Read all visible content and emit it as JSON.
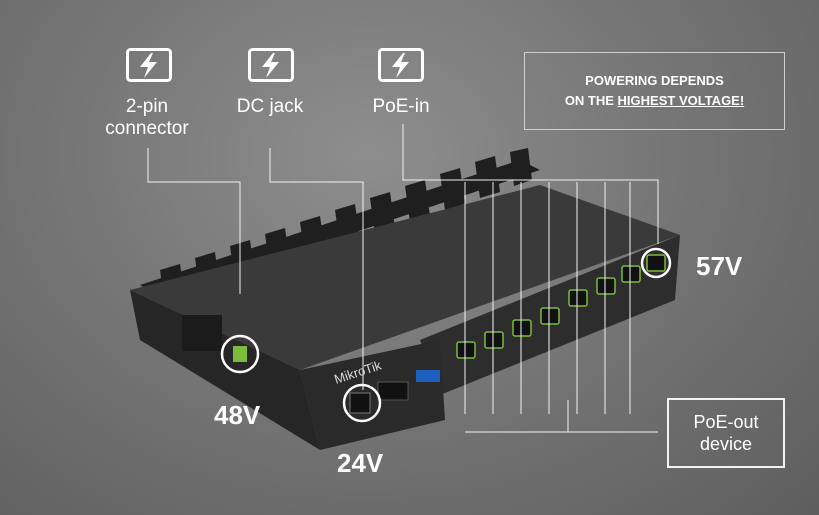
{
  "inputs": [
    {
      "label_line1": "2-pin",
      "label_line2": "connector",
      "icon": "power-bolt-icon"
    },
    {
      "label_line1": "DC jack",
      "label_line2": "",
      "icon": "power-bolt-icon"
    },
    {
      "label_line1": "PoE-in",
      "label_line2": "",
      "icon": "power-bolt-icon"
    }
  ],
  "notice": {
    "line1": "POWERING DEPENDS",
    "line2_prefix": "ON THE ",
    "line2_emphasis": "HIGHEST VOLTAGE!"
  },
  "voltages": {
    "two_pin": "48V",
    "dc_jack": "24V",
    "poe_in": "57V"
  },
  "poe_out": {
    "line1": "PoE-out",
    "line2": "device"
  },
  "brand": "MikroTik",
  "colors": {
    "background": "#777777",
    "device": "#2a2a2a",
    "accent_port": "#7dbb3a",
    "lines": "#f2f2f2"
  }
}
